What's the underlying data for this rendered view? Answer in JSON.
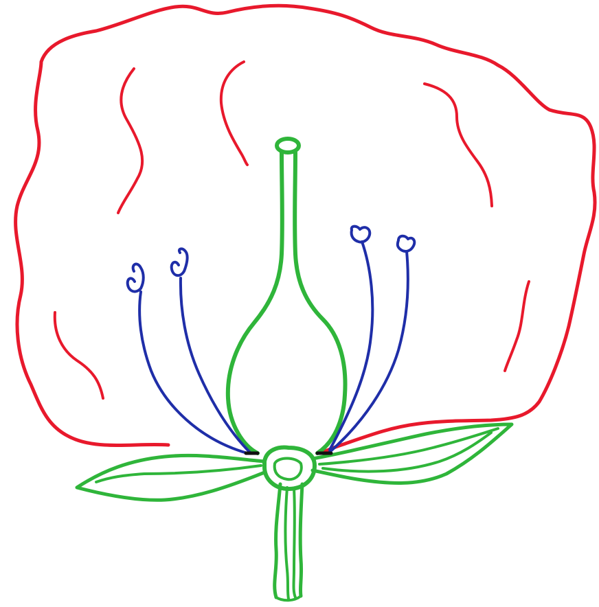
{
  "diagram": {
    "colors": {
      "petal": "#e8192c",
      "pistil": "#2fb53a",
      "stamen": "#1f2ea8",
      "base_mark": "#111111",
      "background": "#ffffff"
    },
    "parts": [
      "petal",
      "pistil",
      "stamens",
      "sepals",
      "stalk"
    ]
  }
}
